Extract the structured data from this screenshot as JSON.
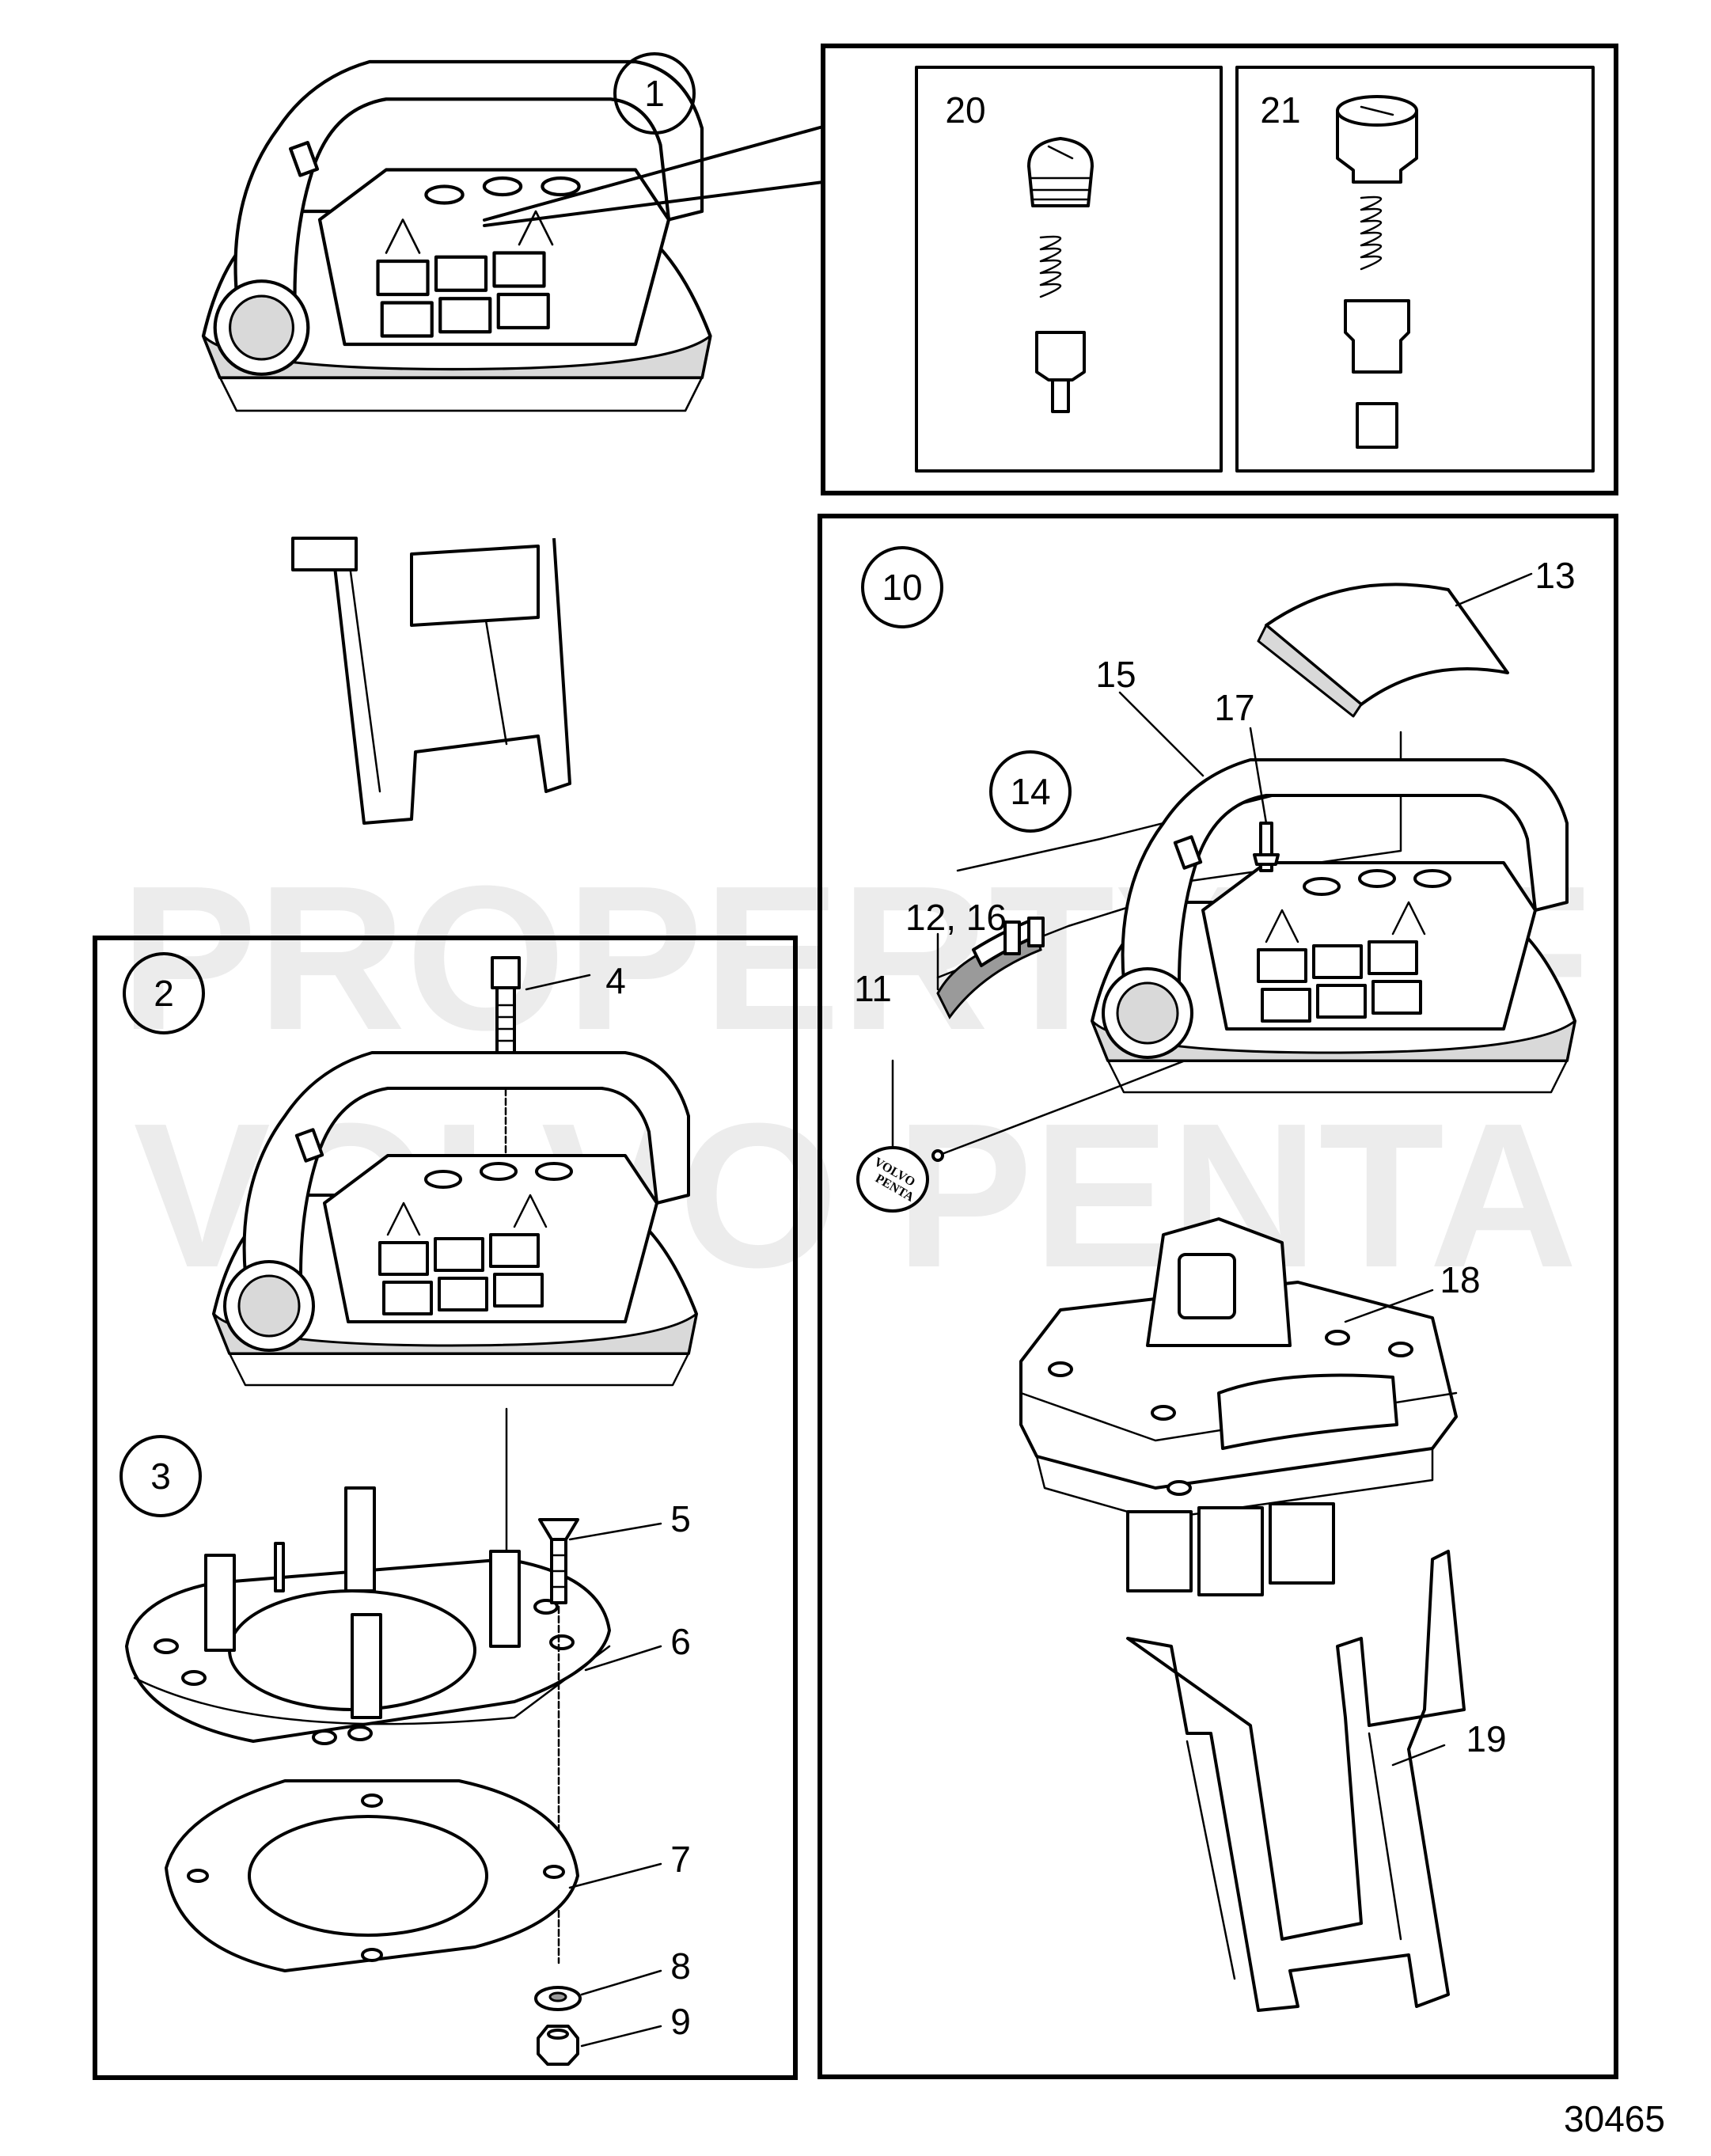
{
  "watermark": {
    "line1": "PROPERTY OF",
    "line2": "VOLVO PENTA"
  },
  "figure_number": "30465",
  "logo_text": {
    "line1": "VOLVO",
    "line2": "PENTA"
  },
  "labels": {
    "l1": "1",
    "l2": "2",
    "l3": "3",
    "l4": "4",
    "l5": "5",
    "l6": "6",
    "l7": "7",
    "l8": "8",
    "l9": "9",
    "l10": "10",
    "l11": "11",
    "l12_16": "12, 16",
    "l13": "13",
    "l14": "14",
    "l15": "15",
    "l17": "17",
    "l18": "18",
    "l19": "19",
    "l20": "20",
    "l21": "21"
  }
}
